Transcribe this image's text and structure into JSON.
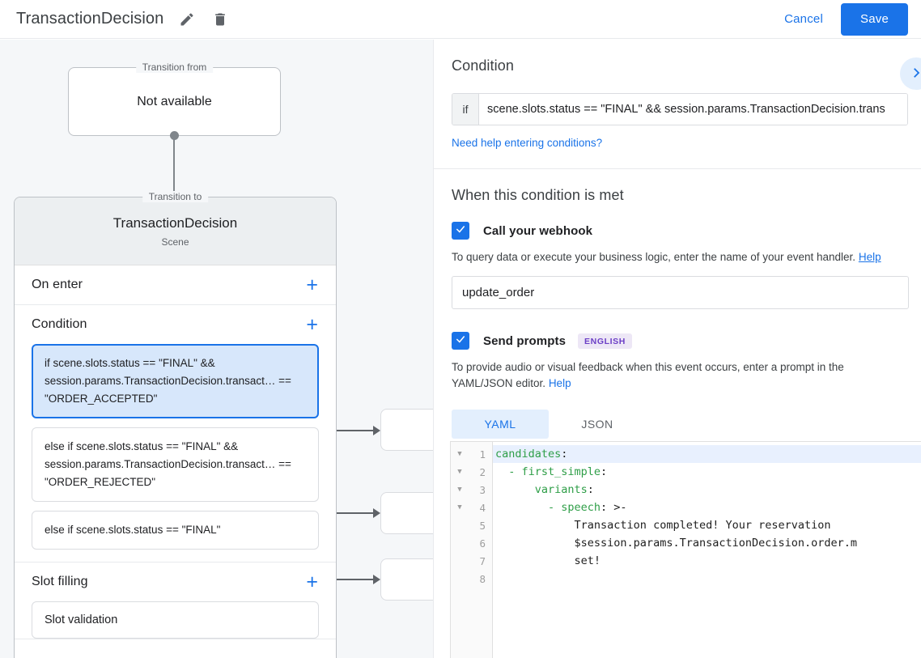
{
  "topbar": {
    "title": "TransactionDecision",
    "edit_icon": "pencil-icon",
    "delete_icon": "trash-icon",
    "cancel_label": "Cancel",
    "save_label": "Save",
    "accent_blue": "#1a73e8"
  },
  "canvas": {
    "transition_from": {
      "legend": "Transition from",
      "value": "Not available"
    },
    "transition_to": {
      "legend": "Transition to",
      "name": "TransactionDecision",
      "type": "Scene"
    },
    "sections": [
      {
        "label": "On enter",
        "add_icon": "plus-icon"
      },
      {
        "label": "Condition",
        "add_icon": "plus-icon"
      },
      {
        "label": "Slot filling",
        "add_icon": "plus-icon"
      }
    ],
    "conditions": [
      {
        "text": "if scene.slots.status == \"FINAL\" && session.params.TransactionDecision.transact… == \"ORDER_ACCEPTED\"",
        "selected": true
      },
      {
        "text": "else if scene.slots.status == \"FINAL\" && session.params.TransactionDecision.transact… == \"ORDER_REJECTED\"",
        "selected": false
      },
      {
        "text": "else if scene.slots.status == \"FINAL\"",
        "selected": false
      }
    ],
    "slot_filling": {
      "item": "Slot validation"
    }
  },
  "panel": {
    "condition_heading": "Condition",
    "expand_icon": "chevron-right-icon",
    "if_label": "if",
    "condition_value": "scene.slots.status == \"FINAL\" && session.params.TransactionDecision.trans",
    "condition_placeholder": "Enter a condition",
    "help_link": "Need help entering conditions?",
    "met_heading": "When this condition is met",
    "webhook": {
      "checked": true,
      "check_icon": "check-icon",
      "label": "Call your webhook",
      "helper": "To query data or execute your business logic, enter the name of your event handler.",
      "helper_link": "Help",
      "value": "update_order",
      "placeholder": "Enter event handler name"
    },
    "prompts": {
      "checked": true,
      "check_icon": "check-icon",
      "label": "Send prompts",
      "badge": "ENGLISH",
      "badge_color": "#6c3fc6",
      "helper": "To provide audio or visual feedback when this event occurs, enter a prompt in the YAML/JSON editor.",
      "helper_link": "Help",
      "tabs": [
        {
          "label": "YAML",
          "active": true
        },
        {
          "label": "JSON",
          "active": false
        }
      ]
    },
    "editor": {
      "lines": [
        {
          "num": "1",
          "fold": true,
          "highlight": true,
          "key": "candidates",
          "rest": ":",
          "indent": 0
        },
        {
          "num": "2",
          "fold": true,
          "highlight": false,
          "key": "  - first_simple",
          "rest": ":",
          "indent": 0
        },
        {
          "num": "3",
          "fold": true,
          "highlight": false,
          "key": "      variants",
          "rest": ":",
          "indent": 0
        },
        {
          "num": "4",
          "fold": true,
          "highlight": false,
          "key": "        - speech",
          "rest": ": >-",
          "indent": 0
        },
        {
          "num": "5",
          "fold": false,
          "highlight": false,
          "key": "",
          "rest": "            Transaction completed! Your reservation",
          "indent": 0
        },
        {
          "num": "6",
          "fold": false,
          "highlight": false,
          "key": "",
          "rest": "            $session.params.TransactionDecision.order.m",
          "indent": 0
        },
        {
          "num": "7",
          "fold": false,
          "highlight": false,
          "key": "",
          "rest": "            set!",
          "indent": 0
        },
        {
          "num": "8",
          "fold": false,
          "highlight": false,
          "key": "",
          "rest": "",
          "indent": 0
        }
      ]
    }
  }
}
